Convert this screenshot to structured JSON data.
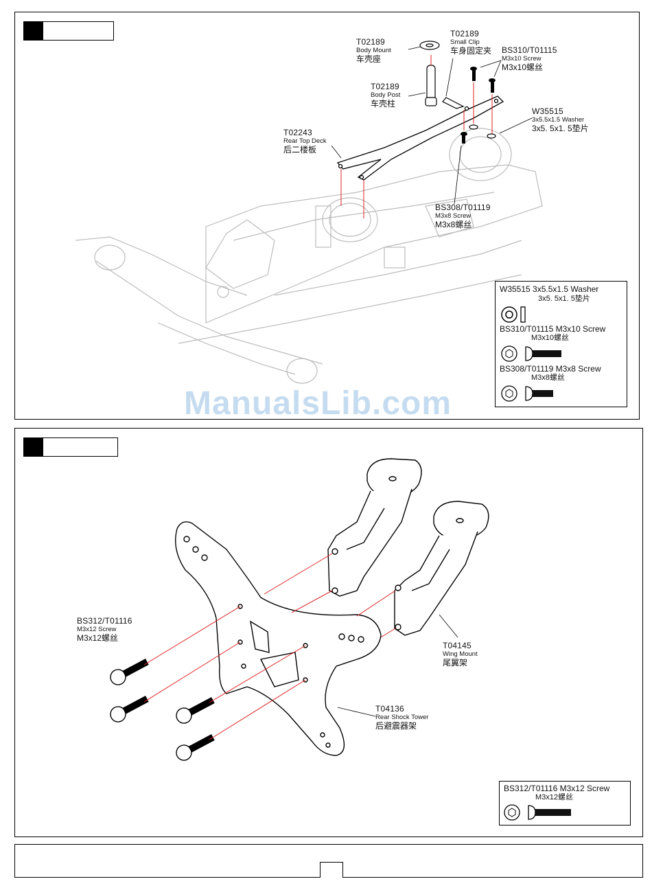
{
  "top_panel": {
    "labels": {
      "body_mount": {
        "part": "T02189",
        "en": "Body Mount",
        "cn": "车壳座"
      },
      "small_clip": {
        "part": "T02189",
        "en": "Small Clip",
        "cn": "车身固定夹"
      },
      "screw_m3x10": {
        "part": "BS310/T01115",
        "en": "M3x10 Screw",
        "cn": "M3x10螺丝"
      },
      "body_post": {
        "part": "T02189",
        "en": "Body Post",
        "cn": "车壳柱"
      },
      "washer": {
        "part": "W35515",
        "en": "3x5.5x1.5 Washer",
        "cn": "3x5. 5x1. 5垫片"
      },
      "rear_top_deck": {
        "part": "T02243",
        "en": "Rear Top Deck",
        "cn": "后二楼板"
      },
      "screw_m3x8": {
        "part": "BS308/T01119",
        "en": "M3x8 Screw",
        "cn": "M3x8螺丝"
      }
    },
    "legend": {
      "washer_title": "W35515 3x5.5x1.5 Washer",
      "washer_cn": "3x5. 5x1. 5垫片",
      "m3x10_title": "BS310/T01115 M3x10 Screw",
      "m3x10_cn": "M3x10螺丝",
      "m3x8_title": "BS308/T01119 M3x8 Screw",
      "m3x8_cn": "M3x8螺丝"
    }
  },
  "bottom_panel": {
    "labels": {
      "screw_m3x12": {
        "part": "BS312/T01116",
        "en": "M3x12 Screw",
        "cn": "M3x12螺丝"
      },
      "wing_mount": {
        "part": "T04145",
        "en": "Wing Mount",
        "cn": "尾翼架"
      },
      "shock_tower": {
        "part": "T04136",
        "en": "Rear Shock Tower",
        "cn": "后避震器架"
      }
    },
    "legend": {
      "m3x12_title": "BS312/T01116 M3x12 Screw",
      "m3x12_cn": "M3x12螺丝"
    }
  },
  "watermark": "ManualsLib.com"
}
